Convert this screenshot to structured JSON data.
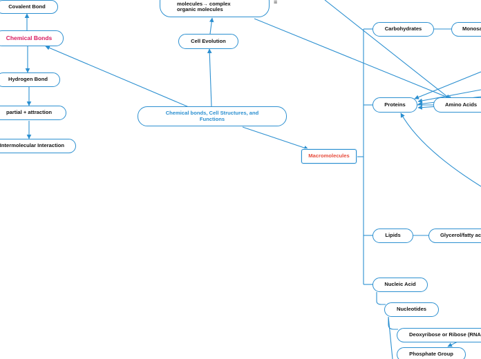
{
  "nodes": {
    "covalent": "Covalent Bond",
    "chemical_bonds": "Chemical Bonds",
    "hydrogen": "Hydrogen Bond",
    "partial": "partial + attraction",
    "intermolecular": "Intermolecular Interaction",
    "cell_evo_text": "molecules→ complex organic molecules",
    "cell_evolution": "Cell Evolution",
    "central": "Chemical bonds, Cell Structures, and Functions",
    "macromolecules": "Macromolecules",
    "carbohydrates": "Carbohydrates",
    "monosaccharides": "Monosaccharides",
    "proteins": "Proteins",
    "amino_acids": "Amino Acids",
    "lipids": "Lipids",
    "glycerol": "Glycerol/fatty acids",
    "nucleic_acid": "Nucleic Acid",
    "nucleotides": "Nucleotides",
    "deoxyribose": "Deoxyribose or Ribose (RNA)",
    "phosphate": "Phosphate Group"
  },
  "more_icon": "≡",
  "colors": {
    "line": "#2b8fd0",
    "accent_pink": "#d81b60",
    "accent_red": "#e74c3c"
  }
}
